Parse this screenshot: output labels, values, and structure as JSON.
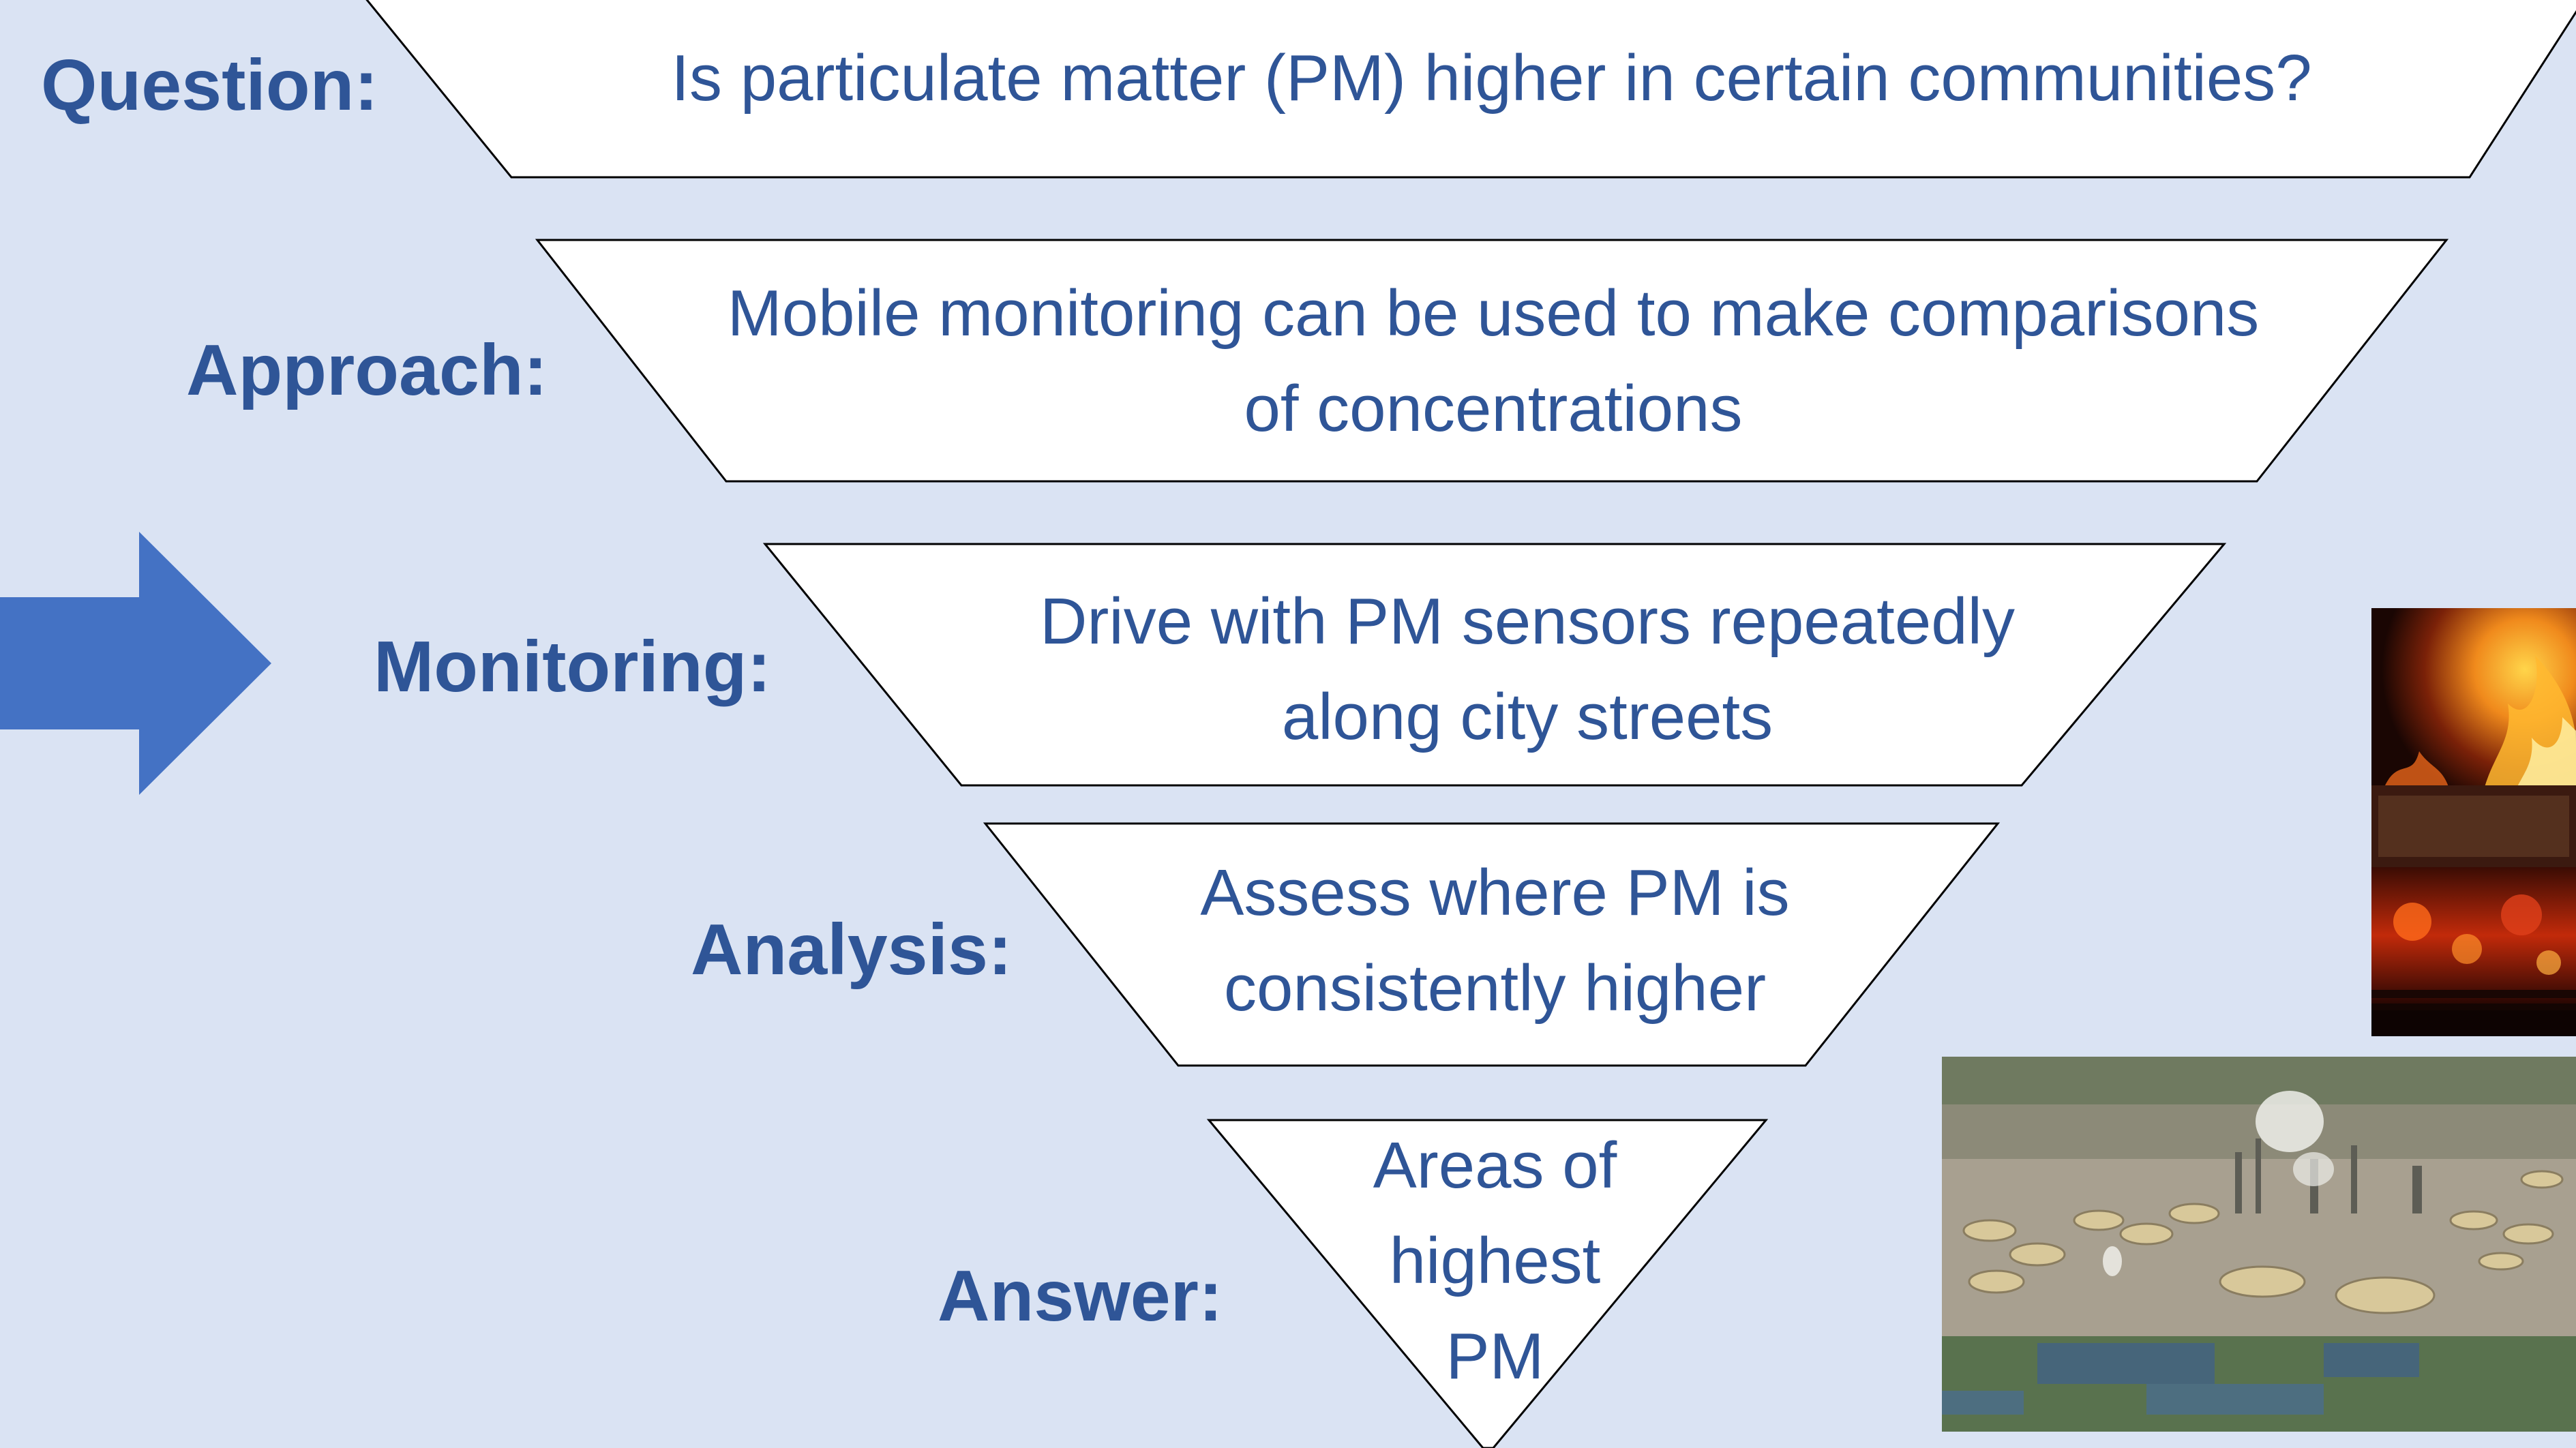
{
  "colors": {
    "background": "#dae3f3",
    "text": "#2f5597",
    "arrow": "#4472c4"
  },
  "funnel": {
    "question": {
      "label": "Question:",
      "text": [
        "Is particulate matter (PM) higher in certain communities?"
      ]
    },
    "approach": {
      "label": "Approach:",
      "text": [
        "Mobile monitoring can be used to make comparisons",
        "of concentrations"
      ]
    },
    "monitoring": {
      "label": "Monitoring:",
      "text": [
        "Drive with PM sensors repeatedly",
        "along city streets"
      ],
      "highlighted": true
    },
    "analysis": {
      "label": "Analysis:",
      "text": [
        "Assess where PM is",
        "consistently higher"
      ]
    },
    "answer": {
      "label": "Answer:",
      "text": [
        "Areas of",
        "highest",
        "PM"
      ]
    }
  },
  "indicator": {
    "icon": "right-arrow-icon"
  },
  "photos": {
    "fire": {
      "icon": "fireplace-fire-photo"
    },
    "refinery": {
      "icon": "refinery-aerial-photo"
    }
  }
}
